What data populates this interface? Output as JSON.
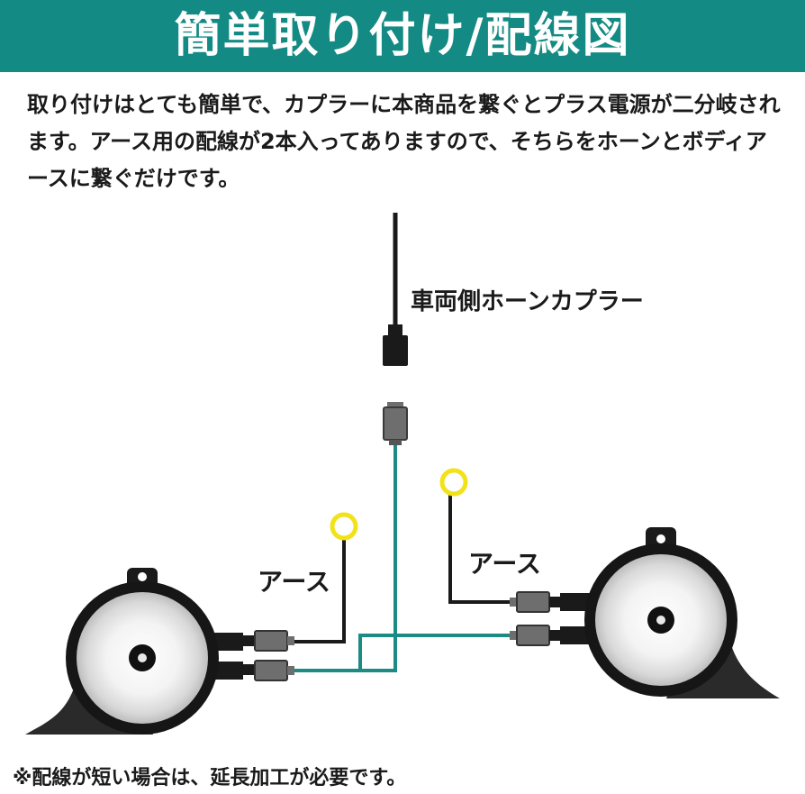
{
  "header": {
    "title": "簡単取り付け/配線図"
  },
  "intro": {
    "text": "取り付けはとても簡単で、カプラーに本商品を繋ぐとプラス電源が二分岐されます。アース用の配線が2本入ってありますので、そちらをホーンとボディアースに繋ぐだけです。"
  },
  "diagram": {
    "coupler_label": "車両側ホーンカプラー",
    "left_ground_label": "アース",
    "right_ground_label": "アース"
  },
  "colors": {
    "header_bg": "#138a83",
    "wire_teal": "#1b8b84",
    "wire_black": "#1a1a1a",
    "ring_yellow": "#f2e21a",
    "connector_gray": "#6e6e6e"
  },
  "footer": {
    "note": "※配線が短い場合は、延長加工が必要です。"
  }
}
